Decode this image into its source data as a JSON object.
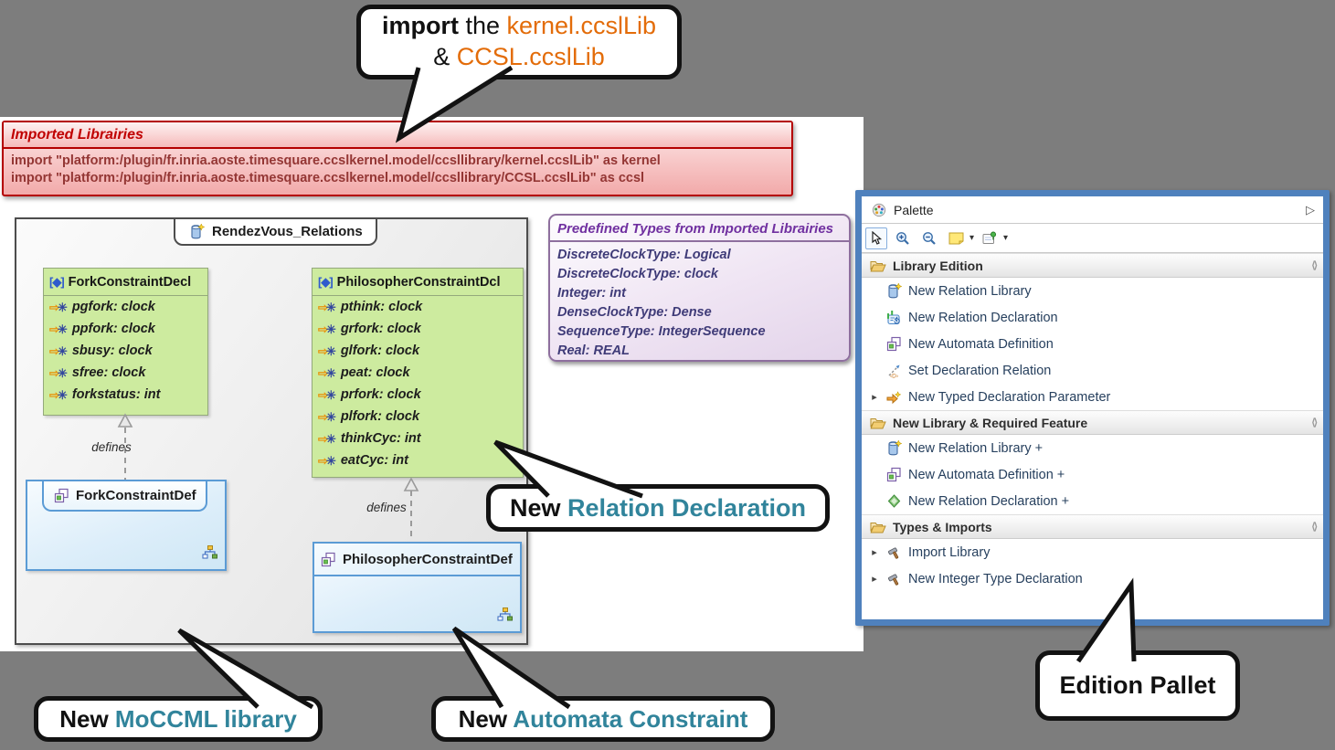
{
  "callouts": {
    "import_note": {
      "bold": "import",
      "mid": " the ",
      "lib1": "kernel.ccslLib",
      "amp": "& ",
      "lib2": "CCSL.ccslLib"
    },
    "relation_declaration": {
      "prefix": "New ",
      "highlight": "Relation Declaration"
    },
    "moccml": {
      "prefix": "New ",
      "highlight": "MoCCML library"
    },
    "automata": {
      "prefix": "New ",
      "highlight": "Automata Constraint"
    },
    "edition_pallet": {
      "text": "Edition Pallet"
    }
  },
  "banner": {
    "title": "Imported Librairies",
    "lines": [
      "import \"platform:/plugin/fr.inria.aoste.timesquare.ccslkernel.model/ccsllibrary/kernel.ccslLib\" as kernel",
      "import \"platform:/plugin/fr.inria.aoste.timesquare.ccslkernel.model/ccsllibrary/CCSL.ccslLib\" as ccsl"
    ]
  },
  "diagram": {
    "package": "RendezVous_Relations",
    "defines_label": "defines",
    "fork_decl": {
      "title": "ForkConstraintDecl",
      "attrs": [
        "pgfork: clock",
        "ppfork: clock",
        "sbusy: clock",
        "sfree: clock",
        "forkstatus: int"
      ]
    },
    "philo_decl": {
      "title": "PhilosopherConstraintDcl",
      "attrs": [
        "pthink: clock",
        "grfork: clock",
        "glfork: clock",
        "peat: clock",
        "prfork: clock",
        "plfork: clock",
        "thinkCyc: int",
        "eatCyc: int"
      ]
    },
    "fork_def": {
      "title": "ForkConstraintDef"
    },
    "philo_def": {
      "title": "PhilosopherConstraintDef"
    }
  },
  "types_box": {
    "title": "Predefined Types from Imported Librairies",
    "entries": [
      "DiscreteClockType: Logical",
      "DiscreteClockType: clock",
      "Integer: int",
      "DenseClockType: Dense",
      "SequenceType: IntegerSequence",
      "Real: REAL"
    ]
  },
  "palette": {
    "title": "Palette",
    "sections": [
      {
        "label": "Library Edition",
        "items": [
          {
            "label": "New Relation Library",
            "icon": "relation-library-icon",
            "expandable": false
          },
          {
            "label": "New Relation Declaration",
            "icon": "relation-declaration-icon",
            "expandable": false
          },
          {
            "label": "New Automata Definition",
            "icon": "automata-definition-icon",
            "expandable": false
          },
          {
            "label": "Set Declaration Relation",
            "icon": "set-declaration-relation-icon",
            "expandable": false
          },
          {
            "label": "New Typed Declaration Parameter",
            "icon": "typed-declaration-parameter-icon",
            "expandable": true
          }
        ]
      },
      {
        "label": "New Library & Required Feature",
        "items": [
          {
            "label": "New Relation Library +",
            "icon": "relation-library-icon",
            "expandable": false
          },
          {
            "label": "New Automata Definition +",
            "icon": "automata-definition-icon",
            "expandable": false
          },
          {
            "label": "New Relation Declaration +",
            "icon": "green-diamond-icon",
            "expandable": false
          }
        ]
      },
      {
        "label": "Types & Imports",
        "items": [
          {
            "label": "Import Library",
            "icon": "hammer-icon",
            "expandable": true
          },
          {
            "label": "New Integer Type Declaration",
            "icon": "hammer-icon",
            "expandable": true
          }
        ]
      }
    ]
  },
  "icons": {
    "decl": "[◆]",
    "attr_arrow": "⇨",
    "attr_gear": "✳",
    "expand_triangle": "▸",
    "palette_flyout_arrow": "▷",
    "section_pin": "⟨⟩",
    "dropdown_caret": "▾"
  },
  "colors": {
    "accent_teal": "#31849b",
    "accent_orange": "#e36c09",
    "banner_red": "#c00000",
    "palette_blue": "#4f81bd",
    "decl_green_fill": "#cdeb9f",
    "def_blue_border": "#5b9bd5",
    "types_purple": "#7030a0",
    "background_gray": "#7d7d7d"
  }
}
